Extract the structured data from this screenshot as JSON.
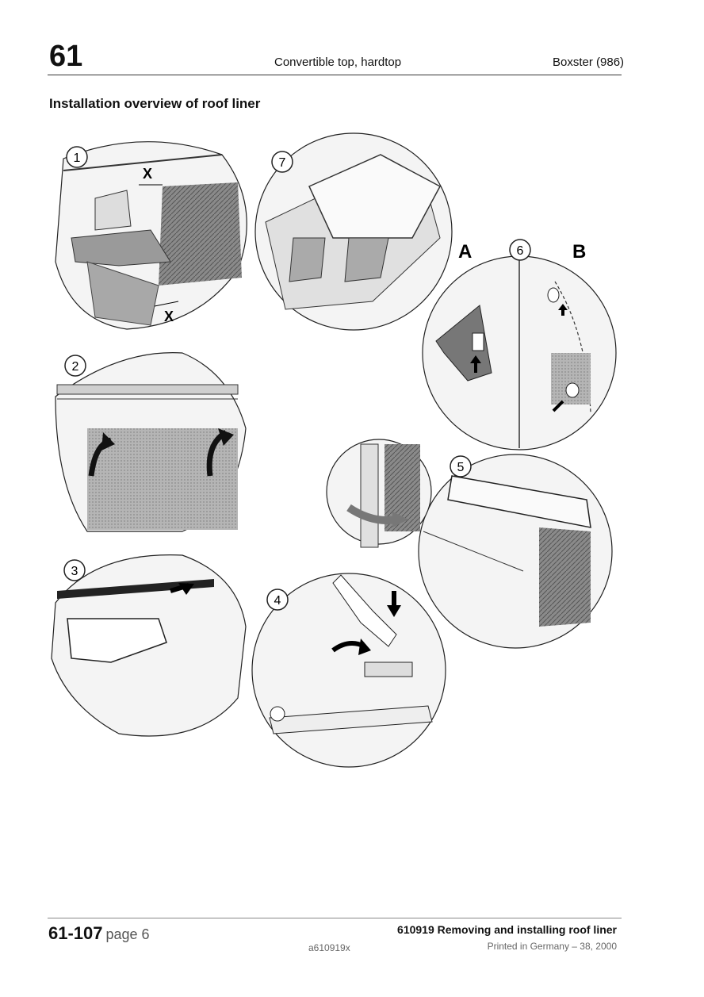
{
  "header": {
    "chapter": "61",
    "title": "Convertible top, hardtop",
    "model": "Boxster (986)"
  },
  "section_heading": "Installation overview of roof liner",
  "figure": {
    "callouts": [
      "1",
      "2",
      "3",
      "4",
      "5",
      "6",
      "7"
    ],
    "labels": {
      "x_top": "X",
      "x_bottom": "X",
      "a": "A",
      "b": "B"
    }
  },
  "footer": {
    "page_number": "61-107",
    "page_sub": "page 6",
    "doc_title": "610919  Removing and installing roof liner",
    "image_code": "a610919x",
    "print_info": "Printed in Germany – 38, 2000"
  }
}
